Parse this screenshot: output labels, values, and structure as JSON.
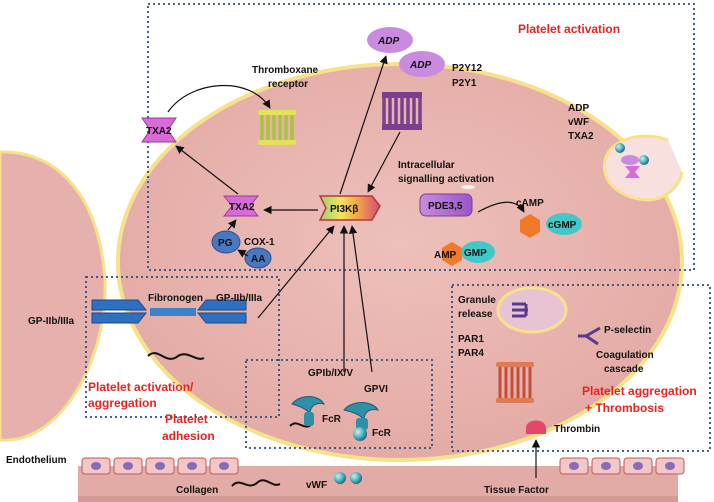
{
  "regions": {
    "activation": "Platelet activation",
    "activation_aggregation_1": "Platelet activation/",
    "activation_aggregation_2": "aggregation",
    "adhesion_1": "Platelet",
    "adhesion_2": "adhesion",
    "thrombosis_1": "Platelet aggregation",
    "thrombosis_2": "+ Thrombosis"
  },
  "labels": {
    "thromboxane_1": "Thromboxane",
    "thromboxane_2": "receptor",
    "p2y12": "P2Y12",
    "p2y1": "P2Y1",
    "adp": "ADP",
    "vwf_granule": "vWF",
    "txa2_granule": "TXA2",
    "intracellular_1": "Intracellular",
    "intracellular_2": "signalling activation",
    "gp_iib_left": "GP-IIb/IIIa",
    "gp_iib_right": "GP-IIb/IIIa",
    "fibronogen": "Fibronogen",
    "gpib": "GPIb/IX/V",
    "gpvi": "GPVI",
    "fcr_1": "FcR",
    "fcr_2": "FcR",
    "granule_1": "Granule",
    "granule_2": "release",
    "par1": "PAR1",
    "par4": "PAR4",
    "p_selectin": "P-selectin",
    "coag_1": "Coagulation",
    "coag_2": "cascade",
    "thrombin": "Thrombin",
    "endothelium": "Endothelium",
    "collagen": "Collagen",
    "vwf_bottom": "vWF",
    "tissue_factor": "Tissue Factor",
    "cox1": "COX-1"
  },
  "molecules": {
    "adp_1": "ADP",
    "adp_2": "ADP",
    "txa2_out": "TXA2",
    "txa2_in": "TXA2",
    "pi3k": "PI3Kβ",
    "pde": "PDE3,5",
    "camp": "cAMP",
    "cgmp": "cGMP",
    "amp": "AMP",
    "gmp": "GMP",
    "pg": "PG",
    "aa": "AA"
  },
  "colors": {
    "cell_fill": "#e6b0ac",
    "cell_border": "#f5e28a",
    "dotted_box": "#2d4f7a",
    "region_text": "#e8231e",
    "receptor_purple": "#7b3f8f",
    "integrin_blue": "#2e6fbf"
  }
}
